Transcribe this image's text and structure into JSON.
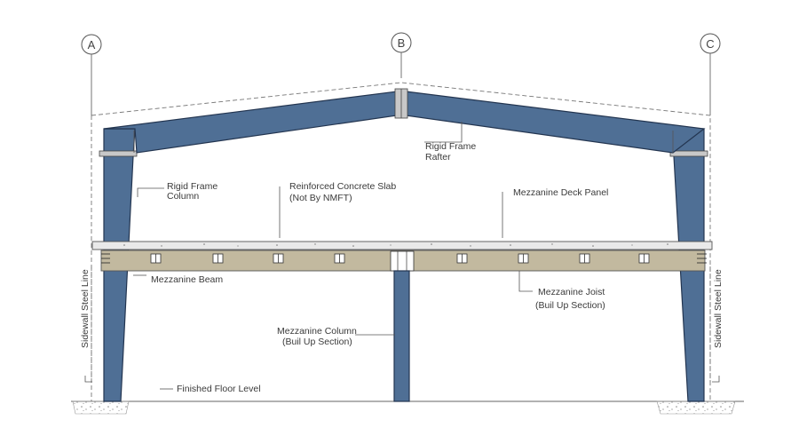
{
  "gridlines": [
    "A",
    "B",
    "C"
  ],
  "labels": {
    "rafter": [
      "Rigid Frame",
      "Rafter"
    ],
    "column": [
      "Rigid Frame",
      "Column"
    ],
    "slab": [
      "Reinforced Concrete Slab",
      "(Not By NMFT)"
    ],
    "deck": "Mezzanine Deck Panel",
    "beam": "Mezzanine Beam",
    "joist": [
      "Mezzanine Joist",
      "(Buil Up Section)"
    ],
    "mcolumn": [
      "Mezzanine Column",
      "(Buil Up Section)"
    ],
    "floor": "Finished Floor Level",
    "sidewall_left": "Sidewall Steel Line",
    "sidewall_right": "Sidewall Steel Line"
  },
  "colors": {
    "steel": "#4f6f95",
    "beam": "#c2b99f",
    "outline": "#233550"
  }
}
